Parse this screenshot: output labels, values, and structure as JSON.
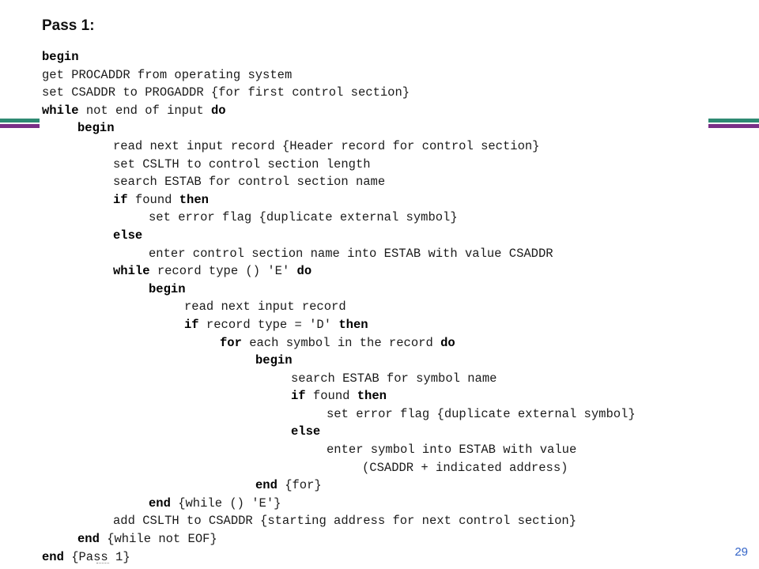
{
  "heading": "Pass 1:",
  "page_number": "29",
  "lines": [
    {
      "indent": 0,
      "parts": [
        {
          "kw": true,
          "t": "begin"
        }
      ]
    },
    {
      "indent": 0,
      "parts": [
        {
          "kw": false,
          "t": "get PROCADDR from operating system"
        }
      ]
    },
    {
      "indent": 0,
      "parts": [
        {
          "kw": false,
          "t": "set CSADDR to PROGADDR {for first control section}"
        }
      ]
    },
    {
      "indent": 0,
      "parts": [
        {
          "kw": true,
          "t": "while"
        },
        {
          "kw": false,
          "t": " not end of input "
        },
        {
          "kw": true,
          "t": "do"
        }
      ]
    },
    {
      "indent": 1,
      "parts": [
        {
          "kw": true,
          "t": "begin"
        }
      ]
    },
    {
      "indent": 2,
      "parts": [
        {
          "kw": false,
          "t": "read next input record {Header record for control section}"
        }
      ]
    },
    {
      "indent": 2,
      "parts": [
        {
          "kw": false,
          "t": "set CSLTH to control section length"
        }
      ]
    },
    {
      "indent": 2,
      "parts": [
        {
          "kw": false,
          "t": "search ESTAB for control section name"
        }
      ]
    },
    {
      "indent": 2,
      "parts": [
        {
          "kw": true,
          "t": "if"
        },
        {
          "kw": false,
          "t": " found "
        },
        {
          "kw": true,
          "t": "then"
        }
      ]
    },
    {
      "indent": 3,
      "parts": [
        {
          "kw": false,
          "t": "set error flag {duplicate external symbol}"
        }
      ]
    },
    {
      "indent": 2,
      "parts": [
        {
          "kw": true,
          "t": "else"
        }
      ]
    },
    {
      "indent": 3,
      "parts": [
        {
          "kw": false,
          "t": "enter control section name into ESTAB with value CSADDR"
        }
      ]
    },
    {
      "indent": 2,
      "parts": [
        {
          "kw": true,
          "t": "while"
        },
        {
          "kw": false,
          "t": " record type () 'E' "
        },
        {
          "kw": true,
          "t": "do"
        }
      ]
    },
    {
      "indent": 3,
      "parts": [
        {
          "kw": true,
          "t": "begin"
        }
      ]
    },
    {
      "indent": 4,
      "parts": [
        {
          "kw": false,
          "t": "read next input record"
        }
      ]
    },
    {
      "indent": 4,
      "parts": [
        {
          "kw": true,
          "t": "if"
        },
        {
          "kw": false,
          "t": " record type = 'D' "
        },
        {
          "kw": true,
          "t": "then"
        }
      ]
    },
    {
      "indent": 5,
      "parts": [
        {
          "kw": true,
          "t": "for"
        },
        {
          "kw": false,
          "t": " each symbol in the record "
        },
        {
          "kw": true,
          "t": "do"
        }
      ]
    },
    {
      "indent": 6,
      "parts": [
        {
          "kw": true,
          "t": "begin"
        }
      ]
    },
    {
      "indent": 7,
      "parts": [
        {
          "kw": false,
          "t": "search ESTAB for symbol name"
        }
      ]
    },
    {
      "indent": 7,
      "parts": [
        {
          "kw": true,
          "t": "if"
        },
        {
          "kw": false,
          "t": " found "
        },
        {
          "kw": true,
          "t": "then"
        }
      ]
    },
    {
      "indent": 8,
      "parts": [
        {
          "kw": false,
          "t": "set error flag {duplicate external symbol}"
        }
      ]
    },
    {
      "indent": 7,
      "parts": [
        {
          "kw": true,
          "t": "else"
        }
      ]
    },
    {
      "indent": 8,
      "parts": [
        {
          "kw": false,
          "t": "enter symbol into ESTAB with value"
        }
      ]
    },
    {
      "indent": 9,
      "parts": [
        {
          "kw": false,
          "t": "(CSADDR + indicated address)"
        }
      ]
    },
    {
      "indent": 6,
      "parts": [
        {
          "kw": true,
          "t": "end"
        },
        {
          "kw": false,
          "t": " {for}"
        }
      ]
    },
    {
      "indent": 3,
      "parts": [
        {
          "kw": true,
          "t": "end"
        },
        {
          "kw": false,
          "t": " {while () 'E'}"
        }
      ]
    },
    {
      "indent": 2,
      "parts": [
        {
          "kw": false,
          "t": "add CSLTH to CSADDR {starting address for next control section}"
        }
      ]
    },
    {
      "indent": 1,
      "parts": [
        {
          "kw": true,
          "t": "end"
        },
        {
          "kw": false,
          "t": " {while not EOF}"
        }
      ]
    },
    {
      "indent": 0,
      "parts": [
        {
          "kw": true,
          "t": "end"
        },
        {
          "kw": false,
          "t": " {Pass 1}"
        }
      ]
    }
  ]
}
